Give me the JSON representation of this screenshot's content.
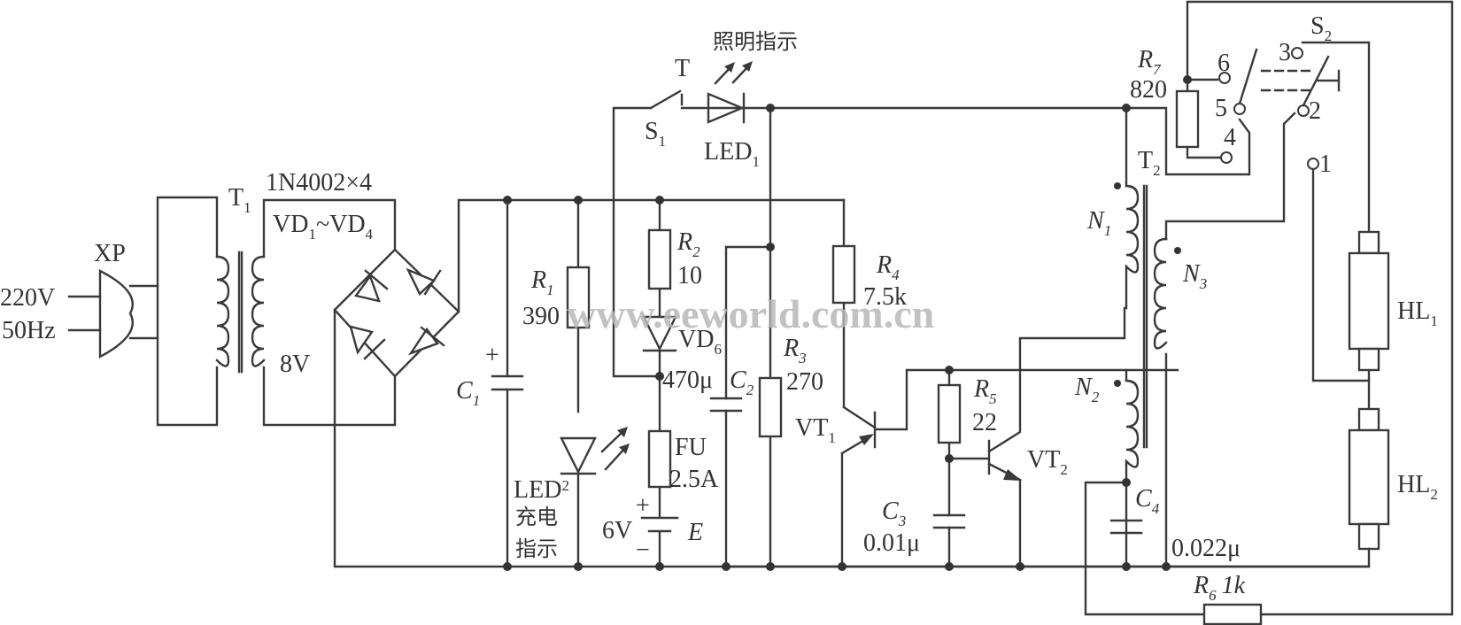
{
  "title": "Emergency lighting charger circuit schematic",
  "watermark": "www.eeworld.com.cn",
  "mains": {
    "voltage": "220V",
    "freq": "50Hz",
    "plug": "XP"
  },
  "transformer1": {
    "name": "T",
    "sub": "1",
    "secondary": "8V"
  },
  "bridge": {
    "part": "1N4002×4",
    "name_a": "VD",
    "sub_a": "1",
    "tilde": "~VD",
    "sub_b": "4"
  },
  "C1": {
    "name": "C",
    "sub": "1",
    "plus": "+"
  },
  "R1": {
    "name": "R",
    "sub": "1",
    "value": "390"
  },
  "LED2": {
    "name": "LED",
    "sub": "2",
    "caption_1": "充电",
    "caption_2": "指示"
  },
  "R2": {
    "name": "R",
    "sub": "2",
    "value": "10"
  },
  "VD6": {
    "name": "VD",
    "sub": "6"
  },
  "C2": {
    "name": "C",
    "sub": "2",
    "value": "470μ"
  },
  "FU": {
    "name": "FU",
    "value": "2.5A"
  },
  "battery": {
    "name": "E",
    "value": "6V",
    "plus": "+",
    "minus": "−"
  },
  "S1": {
    "name": "S",
    "sub": "1",
    "contact": "T"
  },
  "LED1": {
    "name": "LED",
    "sub": "1",
    "caption": "照明指示"
  },
  "R3": {
    "name": "R",
    "sub": "3",
    "value": "270"
  },
  "R4": {
    "name": "R",
    "sub": "4",
    "value": "7.5k"
  },
  "VT1": {
    "name": "VT",
    "sub": "1"
  },
  "R5": {
    "name": "R",
    "sub": "5",
    "value": "22"
  },
  "VT2": {
    "name": "VT",
    "sub": "2"
  },
  "C3": {
    "name": "C",
    "sub": "3",
    "value": "0.01μ"
  },
  "transformer2": {
    "name": "T",
    "sub": "2",
    "N1": "N",
    "N1_sub": "1",
    "N2": "N",
    "N2_sub": "2",
    "N3": "N",
    "N3_sub": "3"
  },
  "C4": {
    "name": "C",
    "sub": "4",
    "value": "0.022μ"
  },
  "R6": {
    "name": "R",
    "sub": "6",
    "value": "1k"
  },
  "R7": {
    "name": "R",
    "sub": "7",
    "value": "820"
  },
  "S2": {
    "name": "S",
    "sub": "2",
    "pins": [
      "1",
      "2",
      "3",
      "4",
      "5",
      "6"
    ]
  },
  "HL1": {
    "name": "HL",
    "sub": "1"
  },
  "HL2": {
    "name": "HL",
    "sub": "2"
  }
}
